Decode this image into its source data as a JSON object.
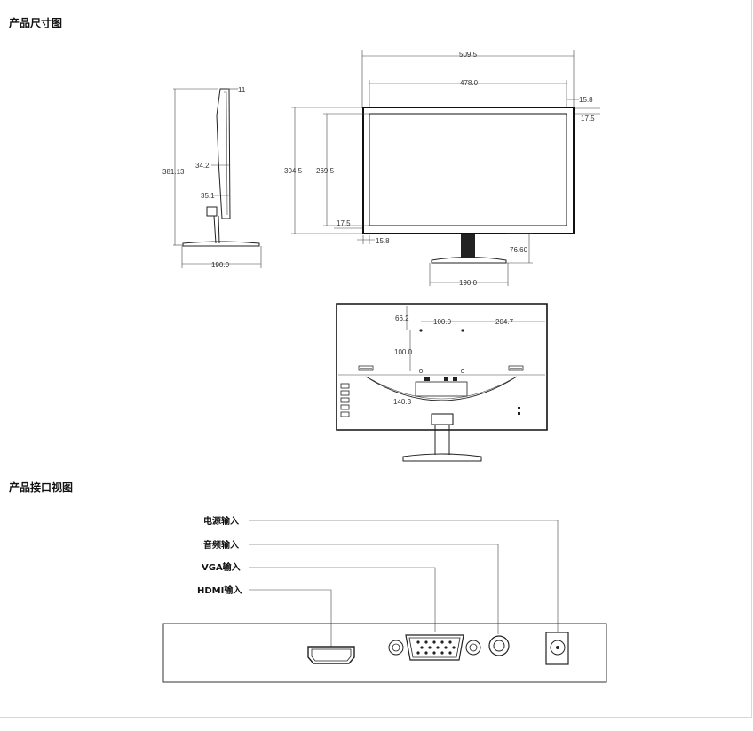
{
  "sections": {
    "dimensions_title": "产品尺寸图",
    "ports_title": "产品接口视图"
  },
  "side_view": {
    "top_offset": "11",
    "height": "381.13",
    "mid_depth": "34.2",
    "lower_depth": "35.1",
    "base_width": "190.0"
  },
  "front_view": {
    "overall_width": "509.5",
    "panel_width": "478.0",
    "right_bezel": "15.8",
    "top_bezel": "17.5",
    "overall_height": "304.5",
    "panel_height": "269.5",
    "bottom_bezel": "17.5",
    "left_bezel": "15.8",
    "stand_height": "76.60",
    "base_width": "190.0"
  },
  "back_view": {
    "top_offset": "66.2",
    "vesa_h": "100.0",
    "right_offset": "204.7",
    "vesa_v": "100.0",
    "bottom_offset": "140.3"
  },
  "ports": {
    "power": "电源输入",
    "audio": "音频输入",
    "vga": "VGA输入",
    "hdmi": "HDMI输入"
  }
}
